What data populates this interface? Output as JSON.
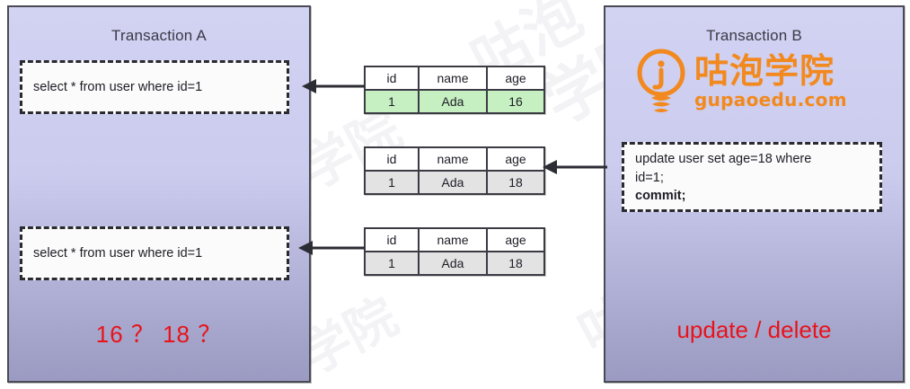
{
  "diagram": {
    "title_left": "Transaction A",
    "title_right": "Transaction B",
    "left_panel": {
      "statements": [
        "select * from user where id=1",
        "select * from user where id=1"
      ],
      "note": "16 ？ 18 ？"
    },
    "right_panel": {
      "statement_line1": "update user set age=18 where",
      "statement_line2": "id=1;",
      "statement_line3": "commit;",
      "note": "update / delete",
      "logo": {
        "cn": "咕泡学院",
        "en": "gupaoedu.com",
        "icon": "lightbulb-icon",
        "color": "#f2891e"
      }
    },
    "tables": [
      {
        "name": "table-snapshot-1",
        "headers": [
          "id",
          "name",
          "age"
        ],
        "row": [
          "1",
          "Ada",
          "16"
        ],
        "row_style": "green"
      },
      {
        "name": "table-snapshot-2",
        "headers": [
          "id",
          "name",
          "age"
        ],
        "row": [
          "1",
          "Ada",
          "18"
        ],
        "row_style": "gray"
      },
      {
        "name": "table-snapshot-3",
        "headers": [
          "id",
          "name",
          "age"
        ],
        "row": [
          "1",
          "Ada",
          "18"
        ],
        "row_style": "gray"
      }
    ],
    "watermarks": [
      "咕泡",
      "学院",
      "咕泡",
      "学院",
      "咕泡",
      "学院"
    ],
    "colors": {
      "panel_fill_top": "#d2d2f3",
      "panel_fill_bottom": "#9a9ac2",
      "panel_border": "#4a4a55",
      "row_green": "#c6f0c2",
      "row_gray": "#e3e3e3",
      "accent_red": "#e8131a",
      "logo_orange": "#f2891e"
    }
  }
}
